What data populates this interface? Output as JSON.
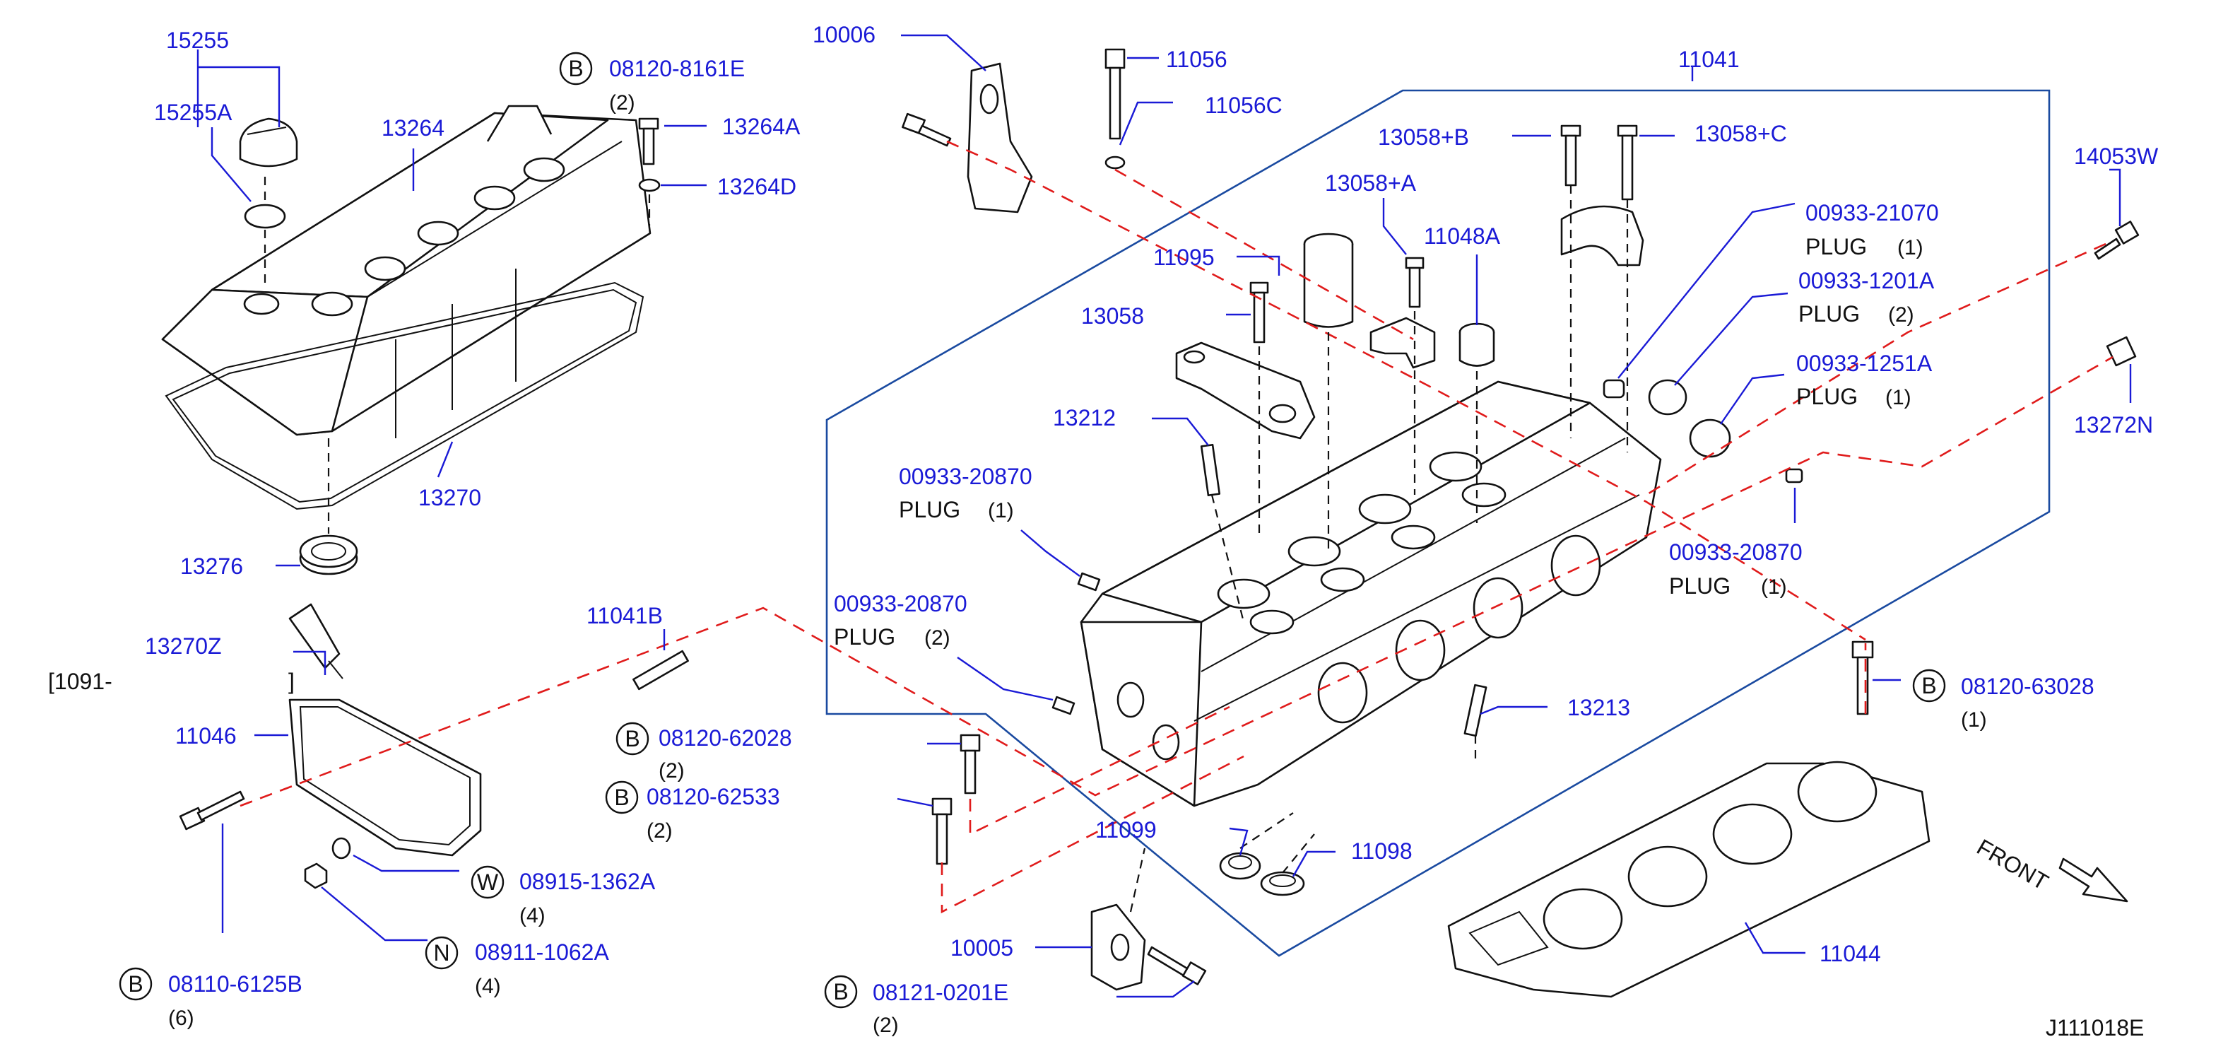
{
  "diagram_code": "J111018E",
  "direction_label": "FRONT",
  "date_range": {
    "open": "[1091-",
    "close": "]"
  },
  "circle_letters": {
    "b": "B",
    "w": "W",
    "n": "N"
  },
  "callouts": {
    "p15255": "15255",
    "p15255A": "15255A",
    "p13264": "13264",
    "p08120_8161E": "08120-8161E",
    "q08120_8161E": "(2)",
    "p13264A": "13264A",
    "p13264D": "13264D",
    "p13270": "13270",
    "p13276": "13276",
    "p13270Z": "13270Z",
    "p11046": "11046",
    "p08110_6125B": "08110-6125B",
    "q08110_6125B": "(6)",
    "p08915_1362A": "08915-1362A",
    "q08915_1362A": "(4)",
    "p08911_1062A": "08911-1062A",
    "q08911_1062A": "(4)",
    "p11041B": "11041B",
    "p08120_62028": "08120-62028",
    "q08120_62028": "(2)",
    "p08120_62533": "08120-62533",
    "q08120_62533": "(2)",
    "p10006": "10006",
    "p11056": "11056",
    "p11056C": "11056C",
    "p11041": "11041",
    "p13058B": "13058+B",
    "p13058C": "13058+C",
    "p13058A": "13058+A",
    "p11048A": "11048A",
    "p11095": "11095",
    "p13058": "13058",
    "p13212": "13212",
    "p00933_20870_a": "00933-20870",
    "t00933_20870_a": "PLUG",
    "q00933_20870_a": "(1)",
    "p00933_20870_b": "00933-20870",
    "t00933_20870_b": "PLUG",
    "q00933_20870_b": "(2)",
    "p00933_21070": "00933-21070",
    "t00933_21070": "PLUG",
    "q00933_21070": "(1)",
    "p00933_1201A": "00933-1201A",
    "t00933_1201A": "PLUG",
    "q00933_1201A": "(2)",
    "p00933_1251A": "00933-1251A",
    "t00933_1251A": "PLUG",
    "q00933_1251A": "(1)",
    "p00933_20870_c": "00933-20870",
    "t00933_20870_c": "PLUG",
    "q00933_20870_c": "(1)",
    "p14053W": "14053W",
    "p13272N": "13272N",
    "p08120_63028": "08120-63028",
    "q08120_63028": "(1)",
    "p13213": "13213",
    "p11099": "11099",
    "p11098": "11098",
    "p10005": "10005",
    "p08121_0201E": "08121-0201E",
    "q08121_0201E": "(2)",
    "p11044": "11044"
  }
}
